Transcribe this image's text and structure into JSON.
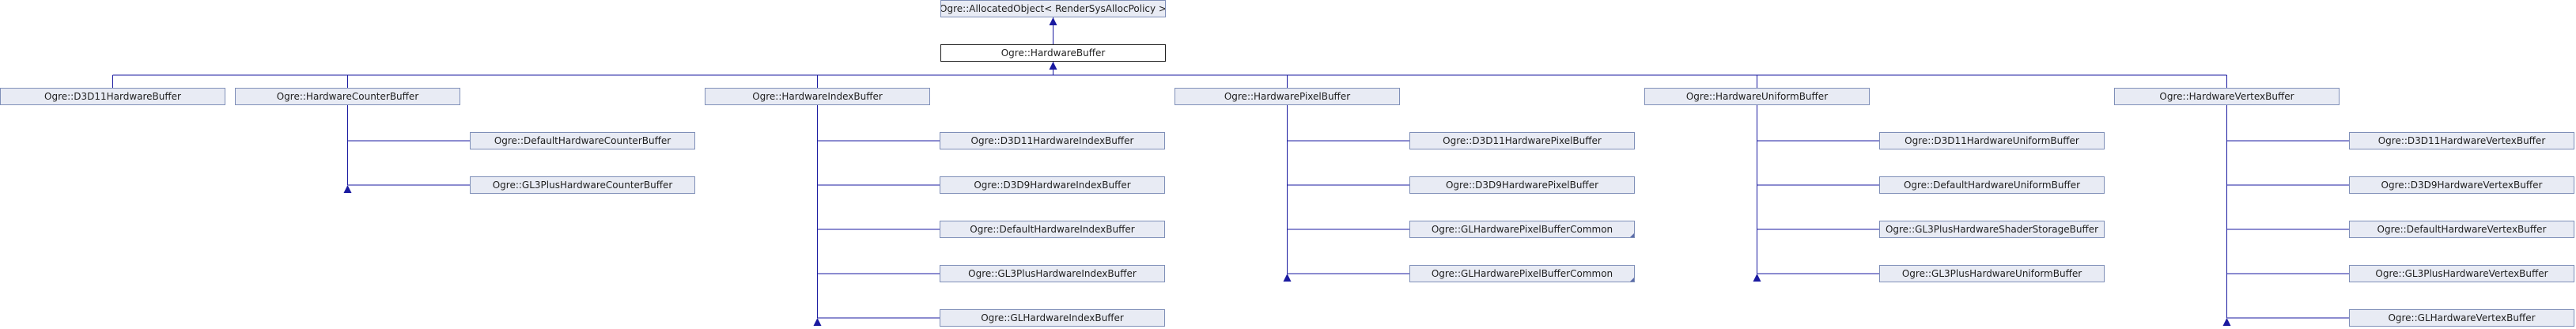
{
  "root": {
    "label": "Ogre::AllocatedObject< RenderSysAllocPolicy >"
  },
  "base": {
    "label": "Ogre::HardwareBuffer"
  },
  "children": [
    {
      "label": "Ogre::D3D11HardwareBuffer",
      "subclasses": []
    },
    {
      "label": "Ogre::HardwareCounterBuffer",
      "subclasses": [
        {
          "label": "Ogre::DefaultHardwareCounterBuffer",
          "truncated": false
        },
        {
          "label": "Ogre::GL3PlusHardwareCounterBuffer",
          "truncated": false
        }
      ]
    },
    {
      "label": "Ogre::HardwareIndexBuffer",
      "subclasses": [
        {
          "label": "Ogre::D3D11HardwareIndexBuffer",
          "truncated": false
        },
        {
          "label": "Ogre::D3D9HardwareIndexBuffer",
          "truncated": false
        },
        {
          "label": "Ogre::DefaultHardwareIndexBuffer",
          "truncated": false
        },
        {
          "label": "Ogre::GL3PlusHardwareIndexBuffer",
          "truncated": false
        },
        {
          "label": "Ogre::GLHardwareIndexBuffer",
          "truncated": false
        }
      ]
    },
    {
      "label": "Ogre::HardwarePixelBuffer",
      "subclasses": [
        {
          "label": "Ogre::D3D11HardwarePixelBuffer",
          "truncated": false
        },
        {
          "label": "Ogre::D3D9HardwarePixelBuffer",
          "truncated": false
        },
        {
          "label": "Ogre::GLHardwarePixelBufferCommon",
          "truncated": true
        },
        {
          "label": "Ogre::GLHardwarePixelBufferCommon",
          "truncated": true
        }
      ]
    },
    {
      "label": "Ogre::HardwareUniformBuffer",
      "subclasses": [
        {
          "label": "Ogre::D3D11HardwareUniformBuffer",
          "truncated": false
        },
        {
          "label": "Ogre::DefaultHardwareUniformBuffer",
          "truncated": false
        },
        {
          "label": "Ogre::GL3PlusHardwareShaderStorageBuffer",
          "truncated": false
        },
        {
          "label": "Ogre::GL3PlusHardwareUniformBuffer",
          "truncated": false
        }
      ]
    },
    {
      "label": "Ogre::HardwareVertexBuffer",
      "subclasses": [
        {
          "label": "Ogre::D3D11HardwareVertexBuffer",
          "truncated": false
        },
        {
          "label": "Ogre::D3D9HardwareVertexBuffer",
          "truncated": false
        },
        {
          "label": "Ogre::DefaultHardwareVertexBuffer",
          "truncated": false
        },
        {
          "label": "Ogre::GL3PlusHardwareVertexBuffer",
          "truncated": false
        },
        {
          "label": "Ogre::GLHardwareVertexBuffer",
          "truncated": false
        }
      ]
    }
  ],
  "colors": {
    "node_fill": "#e8ebf4",
    "node_border": "#7f8fb8",
    "edge": "#1a1aa0"
  }
}
